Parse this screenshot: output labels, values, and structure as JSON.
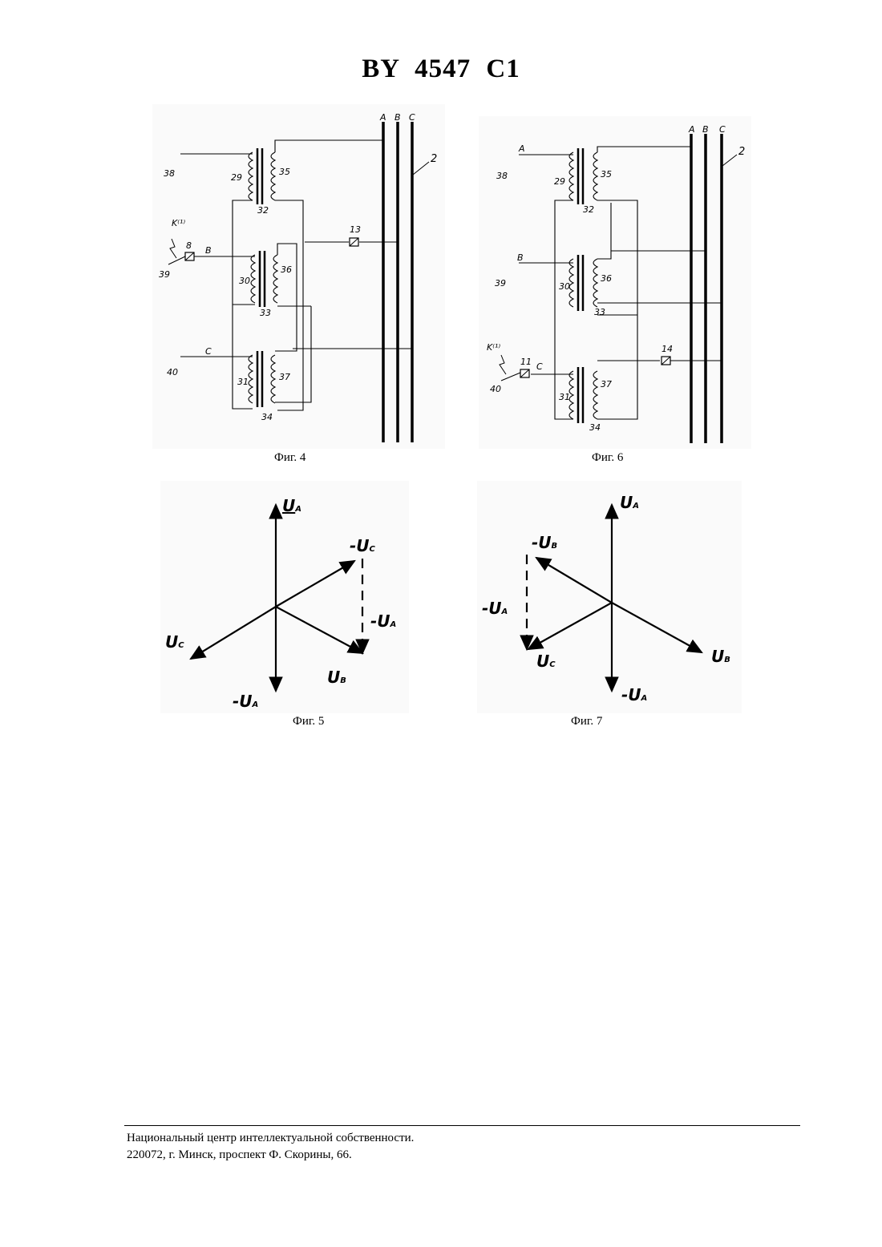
{
  "document": {
    "title": "BY 4547 C1"
  },
  "figures": {
    "fig4": {
      "caption": "Фиг. 4",
      "bus_labels": [
        "A",
        "B",
        "C"
      ],
      "bus_ref": "2",
      "input_refs": [
        "38",
        "39",
        "40"
      ],
      "phase_letters": [
        "B",
        "C"
      ],
      "fault_label": "K⁽¹⁾",
      "fuse_refs": [
        "8",
        "13"
      ],
      "primary_refs": [
        "29",
        "30",
        "31"
      ],
      "secondary_refs": [
        "35",
        "36",
        "37"
      ],
      "core_refs": [
        "32",
        "33",
        "34"
      ]
    },
    "fig6": {
      "caption": "Фиг. 6",
      "bus_labels": [
        "A",
        "B",
        "C"
      ],
      "bus_ref": "2",
      "input_refs": [
        "38",
        "39",
        "40"
      ],
      "phase_letters": [
        "A",
        "B",
        "C"
      ],
      "fault_label": "K⁽¹⁾",
      "fuse_refs": [
        "11",
        "14"
      ],
      "primary_refs": [
        "29",
        "30",
        "31"
      ],
      "secondary_refs": [
        "35",
        "36",
        "37"
      ],
      "core_refs": [
        "32",
        "33",
        "34"
      ]
    },
    "fig5": {
      "caption": "Фиг. 5",
      "labels": {
        "ua": "U",
        "ua_sub": "A",
        "neg_uc": "-U",
        "neg_uc_sub": "C",
        "neg_ua_side": "-U",
        "neg_ua_side_sub": "A",
        "uc": "U",
        "uc_sub": "C",
        "ub": "U",
        "ub_sub": "B",
        "neg_ua": "-U",
        "neg_ua_sub": "A"
      }
    },
    "fig7": {
      "caption": "Фиг. 7",
      "labels": {
        "ua": "U",
        "ua_sub": "A",
        "neg_ub": "-U",
        "neg_ub_sub": "B",
        "neg_ua_side": "-U",
        "neg_ua_side_sub": "A",
        "uc": "U",
        "uc_sub": "C",
        "ub": "U",
        "ub_sub": "B",
        "neg_ua": "-U",
        "neg_ua_sub": "A"
      }
    }
  },
  "footer": {
    "line1": "Национальный центр интеллектуальной собственности.",
    "line2": "220072, г. Минск, проспект Ф. Скорины, 66."
  }
}
